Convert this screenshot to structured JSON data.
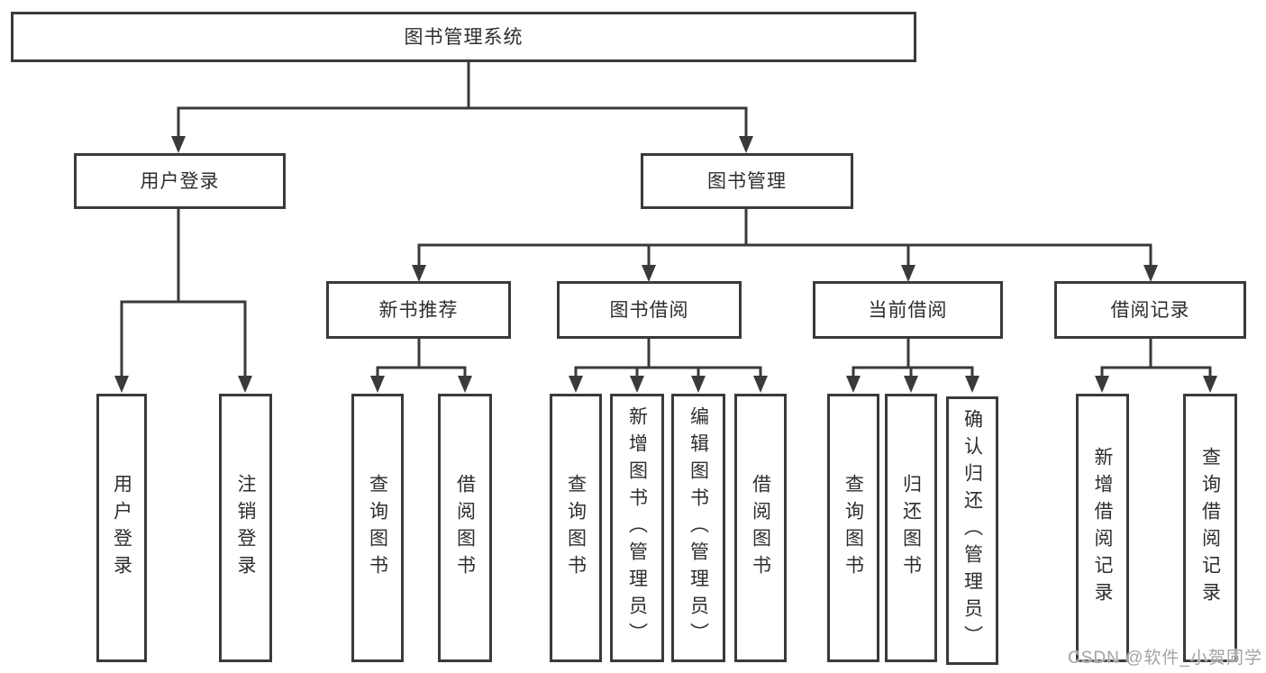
{
  "diagram": {
    "nodes": {
      "root": {
        "label": "图书管理系统"
      },
      "userLogin": {
        "label": "用户登录"
      },
      "bookMgmt": {
        "label": "图书管理"
      },
      "newBookRec": {
        "label": "新书推荐"
      },
      "bookBorrow": {
        "label": "图书借阅"
      },
      "currentBorrow": {
        "label": "当前借阅"
      },
      "borrowRecords": {
        "label": "借阅记录"
      },
      "leafUserLogin": {
        "label": "用户登录"
      },
      "leafLogout": {
        "label": "注销登录"
      },
      "leafQueryBook1": {
        "label": "查询图书"
      },
      "leafBorrowBook1": {
        "label": "借阅图书"
      },
      "leafQueryBook2": {
        "label": "查询图书"
      },
      "leafAddBook": {
        "label": "新增图书（管理员）"
      },
      "leafEditBook": {
        "label": "编辑图书（管理员）"
      },
      "leafBorrowBook2": {
        "label": "借阅图书"
      },
      "leafQueryBook3": {
        "label": "查询图书"
      },
      "leafReturnBook": {
        "label": "归还图书"
      },
      "leafConfirmReturn": {
        "label": "确认归还（管理员）"
      },
      "leafAddRecord": {
        "label": "新增借阅记录"
      },
      "leafQueryRecord": {
        "label": "查询借阅记录"
      }
    },
    "edges": [
      [
        "图书管理系统",
        "用户登录"
      ],
      [
        "图书管理系统",
        "图书管理"
      ],
      [
        "用户登录",
        "用户登录"
      ],
      [
        "用户登录",
        "注销登录"
      ],
      [
        "图书管理",
        "新书推荐"
      ],
      [
        "图书管理",
        "图书借阅"
      ],
      [
        "图书管理",
        "当前借阅"
      ],
      [
        "图书管理",
        "借阅记录"
      ],
      [
        "新书推荐",
        "查询图书"
      ],
      [
        "新书推荐",
        "借阅图书"
      ],
      [
        "图书借阅",
        "查询图书"
      ],
      [
        "图书借阅",
        "新增图书（管理员）"
      ],
      [
        "图书借阅",
        "编辑图书（管理员）"
      ],
      [
        "图书借阅",
        "借阅图书"
      ],
      [
        "当前借阅",
        "查询图书"
      ],
      [
        "当前借阅",
        "归还图书"
      ],
      [
        "当前借阅",
        "确认归还（管理员）"
      ],
      [
        "借阅记录",
        "新增借阅记录"
      ],
      [
        "借阅记录",
        "查询借阅记录"
      ]
    ],
    "colors": {
      "line": "#3a3a3a",
      "box_border": "#3a3a3a",
      "text": "#2e2e2e",
      "background": "#ffffff",
      "watermark": "#a3a3a3"
    }
  },
  "watermark": {
    "text": "CSDN @软件_小贺同学"
  }
}
